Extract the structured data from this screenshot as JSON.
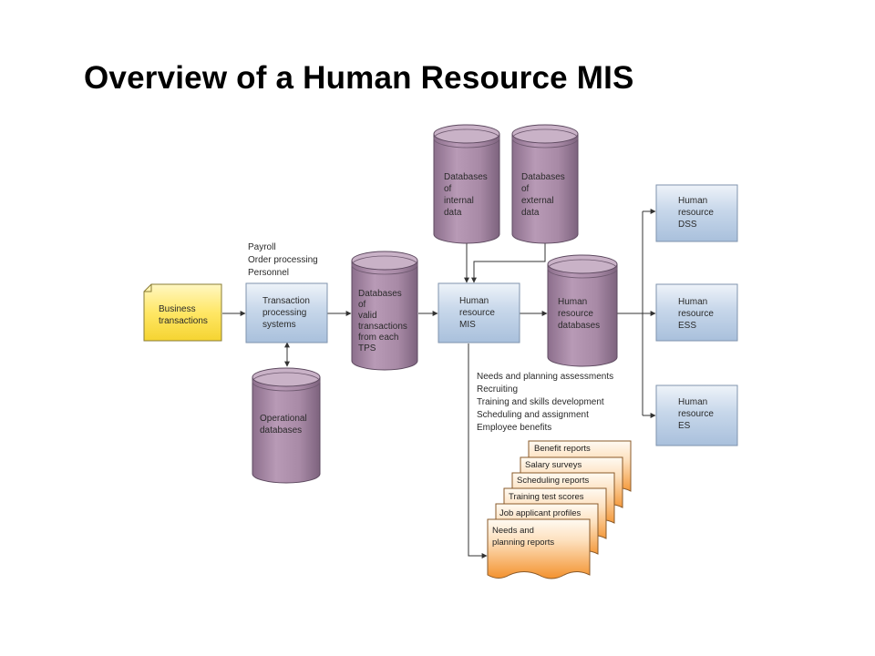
{
  "title": "Overview of a Human Resource MIS",
  "colors": {
    "box_blue": "#b9cde3",
    "box_blue_edge": "#7f93ad",
    "cylinder_purple": "#a98ca8",
    "cylinder_edge": "#6b5470",
    "doc_yellow": "#ffe866",
    "report_orange": "#f59a3c"
  },
  "diagram": {
    "business_transactions": [
      "Business",
      "transactions"
    ],
    "tps_inputs": [
      "Payroll",
      "Order processing",
      "Personnel"
    ],
    "tps": [
      "Transaction",
      "processing",
      "systems"
    ],
    "operational_databases": [
      "Operational",
      "databases"
    ],
    "valid_transactions_db": [
      "Databases",
      "of",
      "valid",
      "transactions",
      "from each",
      "TPS"
    ],
    "internal_db": [
      "Databases",
      "of",
      "internal",
      "data"
    ],
    "external_db": [
      "Databases",
      "of",
      "external",
      "data"
    ],
    "hr_mis": [
      "Human",
      "resource",
      "MIS"
    ],
    "hr_databases": [
      "Human",
      "resource",
      "databases"
    ],
    "hr_dss": [
      "Human",
      "resource",
      "DSS"
    ],
    "hr_ess": [
      "Human",
      "resource",
      "ESS"
    ],
    "hr_es": [
      "Human",
      "resource",
      "ES"
    ],
    "mis_functions": [
      "Needs and planning assessments",
      "Recruiting",
      "Training and skills development",
      "Scheduling and assignment",
      "Employee benefits"
    ],
    "reports": [
      "Benefit reports",
      "Salary surveys",
      "Scheduling reports",
      "Training test scores",
      "Job applicant profiles"
    ],
    "front_report": [
      "Needs and",
      "planning reports"
    ]
  }
}
